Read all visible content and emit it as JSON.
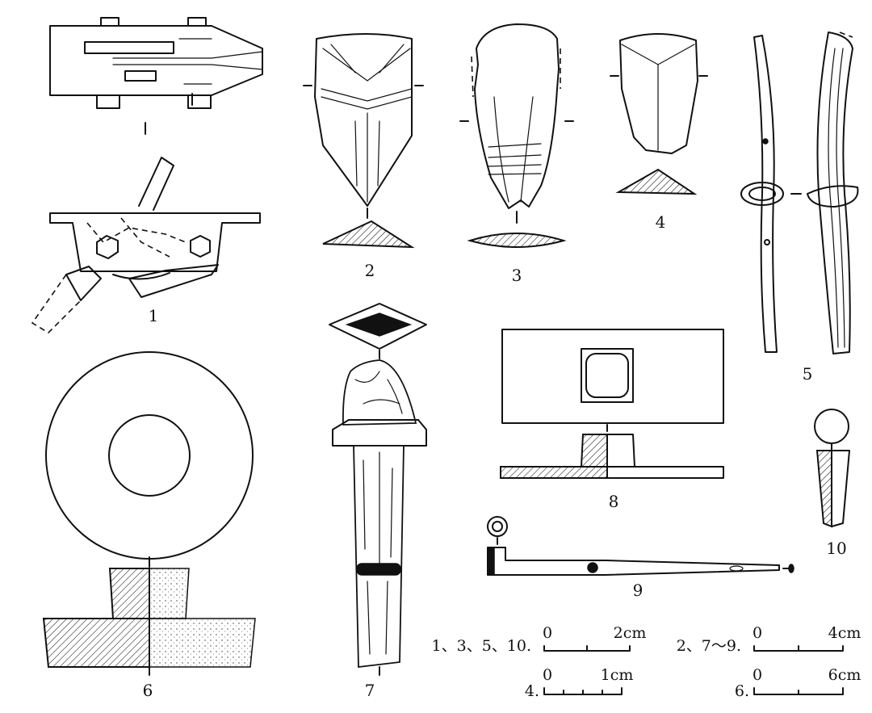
{
  "figures": [
    {
      "id": "1",
      "label": "1"
    },
    {
      "id": "2",
      "label": "2"
    },
    {
      "id": "3",
      "label": "3"
    },
    {
      "id": "4",
      "label": "4"
    },
    {
      "id": "5",
      "label": "5"
    },
    {
      "id": "6",
      "label": "6"
    },
    {
      "id": "7",
      "label": "7"
    },
    {
      "id": "8",
      "label": "8"
    },
    {
      "id": "9",
      "label": "9"
    },
    {
      "id": "10",
      "label": "10"
    }
  ],
  "scales": [
    {
      "applies_to": "1、3、5、10.",
      "zero": "0",
      "end": "2cm"
    },
    {
      "applies_to": "2、7～9.",
      "zero": "0",
      "end": "4cm"
    },
    {
      "applies_to": "4.",
      "zero": "0",
      "end": "1cm"
    },
    {
      "applies_to": "6.",
      "zero": "0",
      "end": "6cm"
    }
  ]
}
